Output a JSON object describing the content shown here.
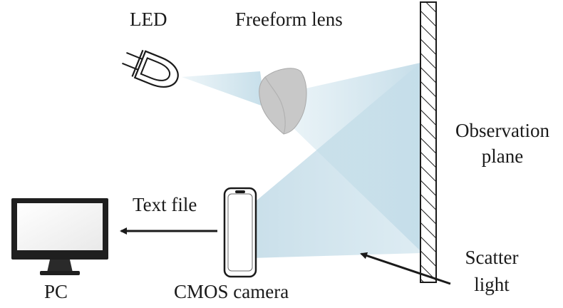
{
  "labels": {
    "led": "LED",
    "freeform_lens": "Freeform lens",
    "observation_line1": "Observation",
    "observation_line2": "plane",
    "text_file": "Text file",
    "pc": "PC",
    "cmos_camera": "CMOS camera",
    "scatter_line1": "Scatter",
    "scatter_line2": "light"
  },
  "colors": {
    "beam": "#bcd9e6",
    "lens": "#c8c8c8",
    "line": "#1a1a1a"
  }
}
